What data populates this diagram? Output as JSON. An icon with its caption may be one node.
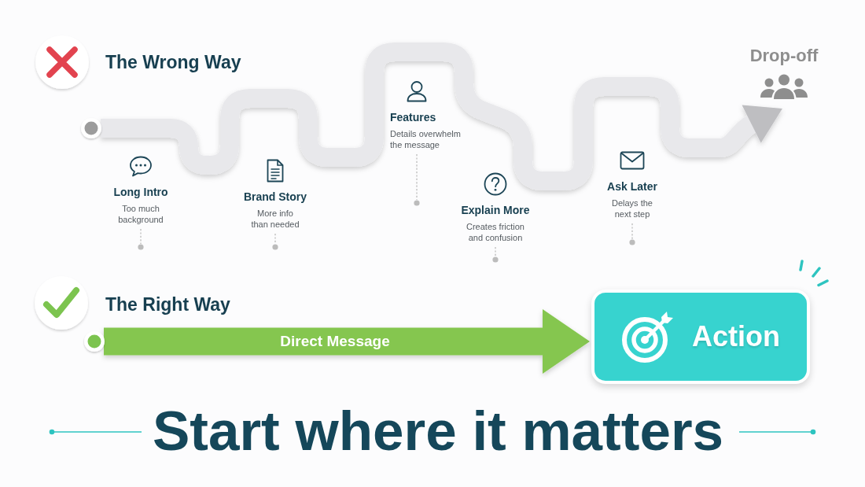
{
  "diagram": {
    "title": "Start where it matters",
    "nodes": [
      {
        "text": [],
        "shape": "circle"
      },
      {
        "text": [
          "Long Intro",
          "Too much background"
        ]
      },
      {
        "text": [
          "Brand Story",
          "More info than needed"
        ]
      },
      {
        "text": [
          "Features",
          "Details overwhelm the message"
        ]
      },
      {
        "text": [
          "Explain More",
          "Creates friction and confusion"
        ]
      },
      {
        "text": [
          "Ask Later",
          "Delays the next step"
        ]
      },
      {
        "text": [
          "Drop-off"
        ]
      },
      {
        "text": [],
        "shape": "circle"
      },
      {
        "text": [
          "Action"
        ]
      }
    ],
    "edges": [
      {
        "from": 0,
        "to": 6,
        "arrow": "to",
        "style": "thick",
        "color": "#e8e8eb"
      },
      {
        "from": 1,
        "to": null,
        "arrow": "other",
        "style": "dashed"
      },
      {
        "from": 2,
        "to": null,
        "arrow": "other",
        "style": "dashed"
      },
      {
        "from": 3,
        "to": null,
        "arrow": "other",
        "style": "dashed"
      },
      {
        "from": 4,
        "to": null,
        "arrow": "other",
        "style": "dashed"
      },
      {
        "from": 5,
        "to": null,
        "arrow": "other",
        "style": "dashed"
      },
      {
        "from": 7,
        "to": 8,
        "arrow": "to",
        "label": "Direct Message",
        "style": "thick",
        "color": "#85c64f"
      }
    ],
    "labels": [
      "The Wrong Way",
      "The Right Way"
    ]
  }
}
